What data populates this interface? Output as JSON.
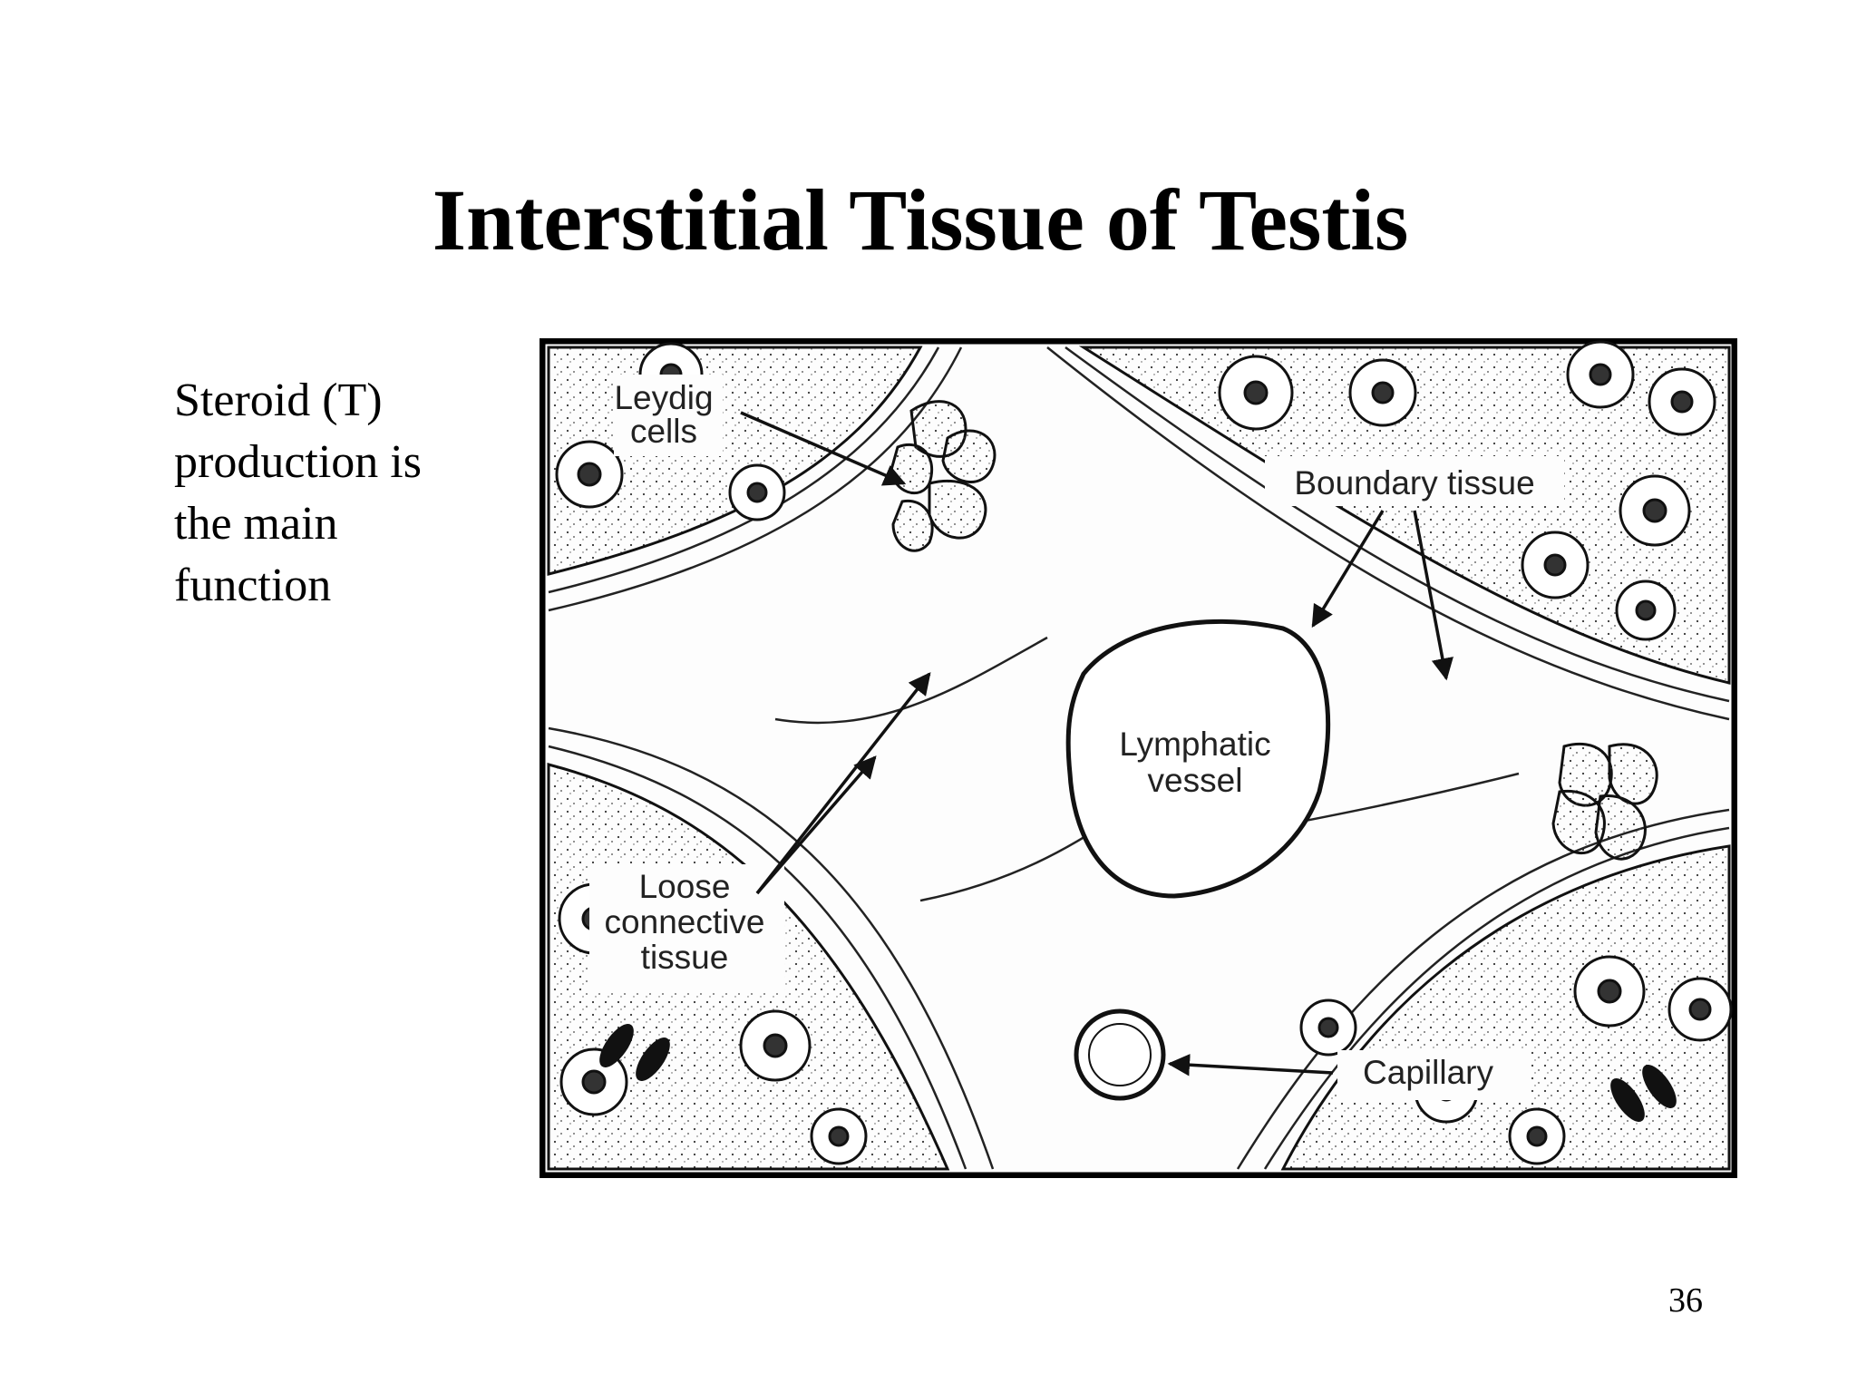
{
  "slide": {
    "title": "Interstitial Tissue of Testis",
    "body_lines": [
      "Steroid (T)",
      "production is",
      "the main",
      "function"
    ],
    "page_number": "36"
  },
  "diagram": {
    "labels": {
      "leydig_line1": "Leydig",
      "leydig_line2": "cells",
      "boundary": "Boundary tissue",
      "lymphatic_line1": "Lymphatic",
      "lymphatic_line2": "vessel",
      "loose_line1": "Loose",
      "loose_line2": "connective",
      "loose_line3": "tissue",
      "capillary": "Capillary"
    }
  }
}
